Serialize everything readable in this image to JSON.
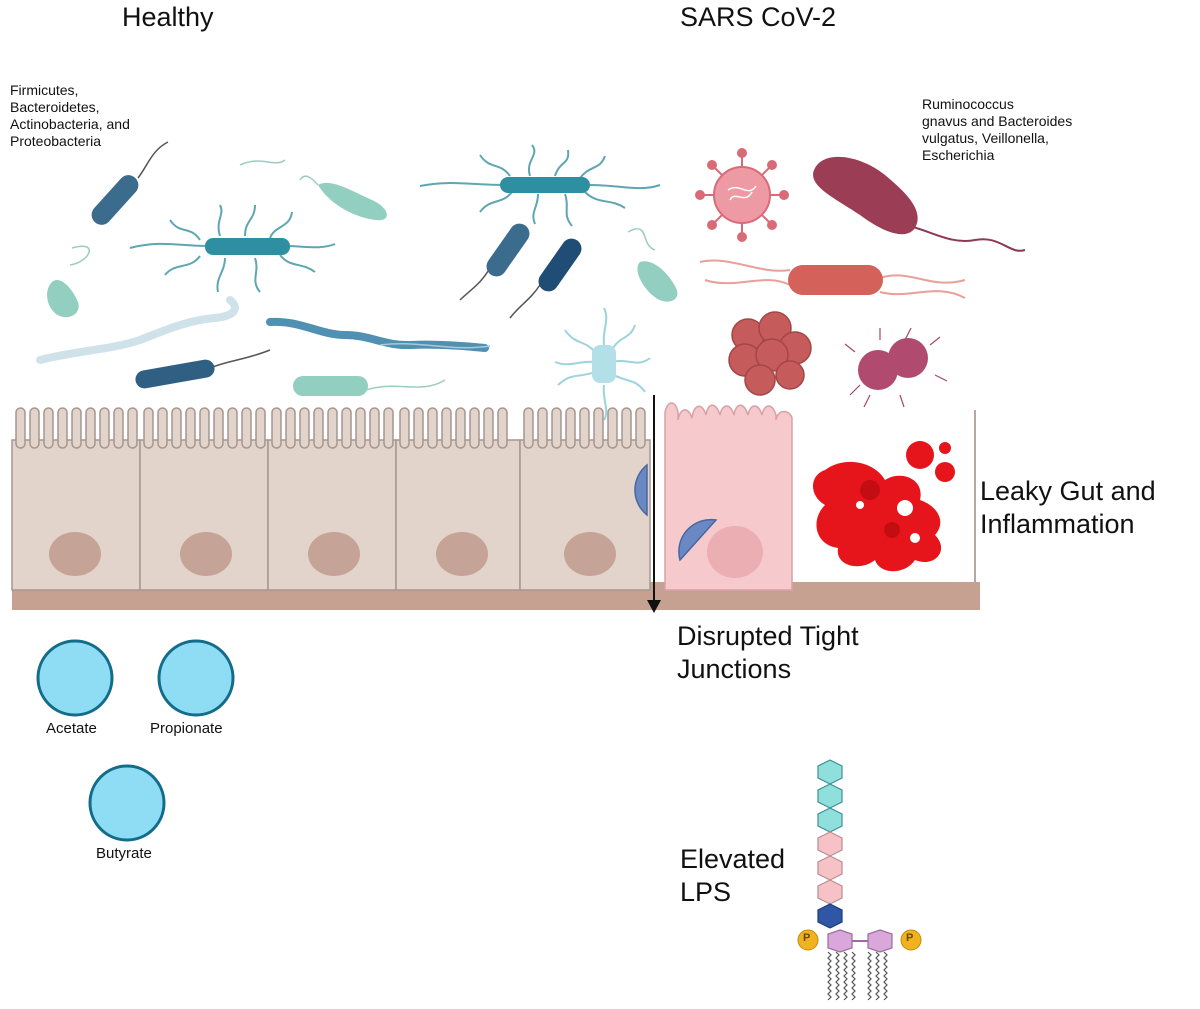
{
  "titles": {
    "healthy": "Healthy",
    "sars": "SARS CoV-2"
  },
  "healthy_bacteria_label": "Firmicutes,\nBacteroidetes,\nActinobacteria, and\nProteobacteria",
  "sars_bacteria_label": "Ruminococcus\ngnavus and Bacteroides\nvulgatus, Veillonella,\nEscherichia",
  "leaky_gut_label": "Leaky Gut and\nInflammation",
  "tight_junction_label": "Disrupted Tight\nJunctions",
  "scfa": {
    "acetate": "Acetate",
    "propionate": "Propionate",
    "butyrate": "Butyrate"
  },
  "lps_label": "Elevated\nLPS",
  "phosphate_symbol": "P",
  "colors": {
    "healthy_cell": "#e2d3cb",
    "inflamed_cell": "#f6c9cc",
    "nucleus": "#c5a396",
    "basement": "#c6a091",
    "blood": "#e5151b",
    "scfa_fill": "#8fdcf5",
    "scfa_stroke": "#136c8a",
    "pathogen": "#b34a58"
  }
}
